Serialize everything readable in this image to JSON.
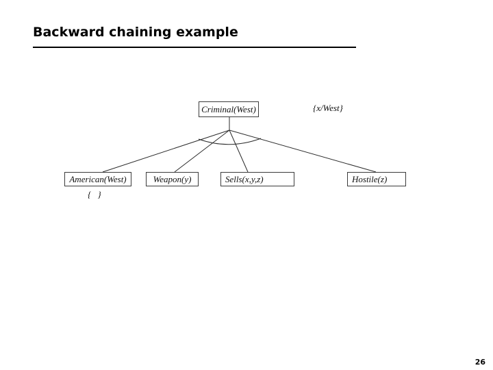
{
  "slide": {
    "title": "Backward chaining example",
    "page_number": "26"
  },
  "diagram": {
    "type": "proof-tree",
    "root": {
      "label": "Criminal(West)",
      "substitution": "{x/West}"
    },
    "children": [
      {
        "label": "American(West)",
        "substitution": "{ }"
      },
      {
        "label": "Weapon(y)"
      },
      {
        "label": "Sells(x,y,z)"
      },
      {
        "label": "Hostile(z)"
      }
    ],
    "connector": "and-arc",
    "colors": {
      "background": "#ffffff",
      "line": "#2a2a2a",
      "box_border": "#3a3a3a",
      "text": "#111111",
      "title": "#000000"
    }
  }
}
